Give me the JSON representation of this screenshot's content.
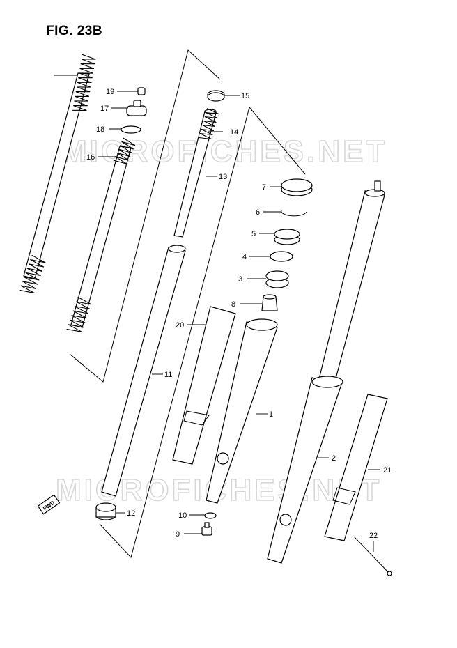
{
  "figure": {
    "title": "FIG. 23B"
  },
  "watermarks": [
    "MICROFICHES.NET",
    "MICROFICHES.NET"
  ],
  "callouts": [
    {
      "id": "c1",
      "label": "1"
    },
    {
      "id": "c2",
      "label": "2"
    },
    {
      "id": "c3",
      "label": "3"
    },
    {
      "id": "c4",
      "label": "4"
    },
    {
      "id": "c5",
      "label": "5"
    },
    {
      "id": "c6",
      "label": "6"
    },
    {
      "id": "c7",
      "label": "7"
    },
    {
      "id": "c8",
      "label": "8"
    },
    {
      "id": "c9",
      "label": "9"
    },
    {
      "id": "c10",
      "label": "10"
    },
    {
      "id": "c11",
      "label": "11"
    },
    {
      "id": "c12",
      "label": "12"
    },
    {
      "id": "c13",
      "label": "13"
    },
    {
      "id": "c14",
      "label": "14"
    },
    {
      "id": "c15",
      "label": "15"
    },
    {
      "id": "c16",
      "label": "16"
    },
    {
      "id": "c17",
      "label": "17"
    },
    {
      "id": "c18",
      "label": "18"
    },
    {
      "id": "c19",
      "label": "19"
    },
    {
      "id": "c20",
      "label": "20"
    },
    {
      "id": "c21",
      "label": "21"
    },
    {
      "id": "c22",
      "label": "22"
    }
  ],
  "direction_badge": {
    "label": "FWD"
  },
  "colors": {
    "ink": "#000000",
    "paper": "#ffffff",
    "watermark": "#d8d8d8"
  }
}
